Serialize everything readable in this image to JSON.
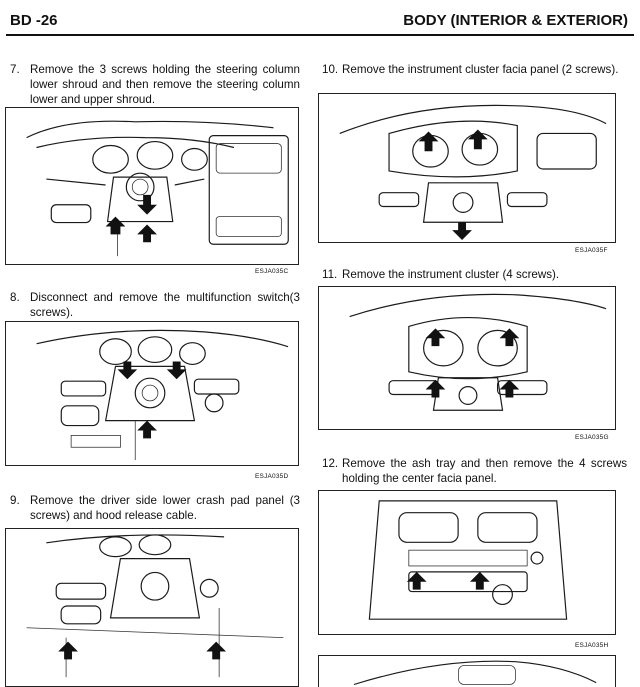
{
  "header": {
    "page_number": "BD -26",
    "section_title": "BODY (INTERIOR & EXTERIOR)"
  },
  "steps": [
    {
      "num": "7.",
      "text": "Remove the 3 screws holding the steering column lower shroud and then remove the steering column lower and upper shroud.",
      "caption": "ESJA035C"
    },
    {
      "num": "8.",
      "text": "Disconnect and remove the multifunction switch(3 screws).",
      "caption": "ESJA035D"
    },
    {
      "num": "9.",
      "text": "Remove the driver side lower crash pad panel (3 screws) and hood release cable.",
      "caption": ""
    },
    {
      "num": "10.",
      "text": "Remove the instrument cluster facia panel (2 screws).",
      "caption": "ESJA035F"
    },
    {
      "num": "11.",
      "text": "Remove the instrument cluster (4 screws).",
      "caption": "ESJA035G"
    },
    {
      "num": "12.",
      "text": "Remove the ash tray and then remove the 4 screws holding the center facia panel.",
      "caption": "ESJA035H"
    }
  ]
}
